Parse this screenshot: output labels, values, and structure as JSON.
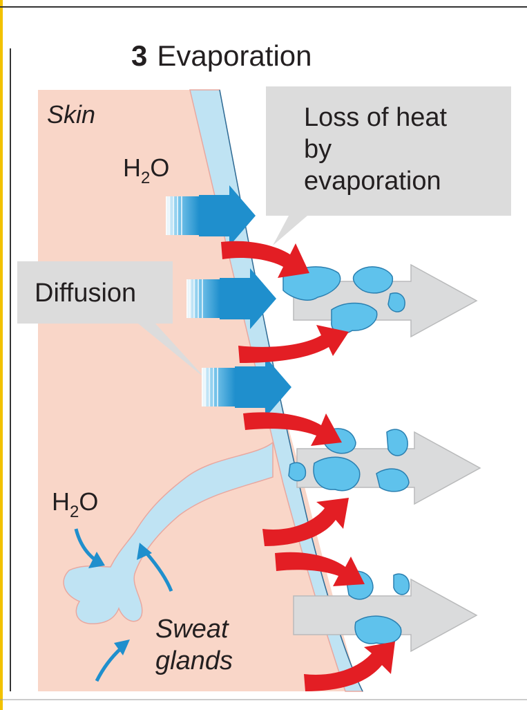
{
  "figure": {
    "number": "3",
    "title": "Evaporation"
  },
  "labels": {
    "skin": "Skin",
    "water_top": {
      "main": "H",
      "sub": "2",
      "tail": "O"
    },
    "water_bottom": {
      "main": "H",
      "sub": "2",
      "tail": "O"
    },
    "diffusion": "Diffusion",
    "heat_loss": [
      "Loss of heat",
      "by",
      "evaporation"
    ],
    "sweat_glands": [
      "Sweat",
      "glands"
    ]
  },
  "colors": {
    "skin": "#f9d6c8",
    "skin_outline": "#e8a8a0",
    "surface_film": "#bfe3f3",
    "droplet": "#5fc2ec",
    "water_arrow": "#1f8fcd",
    "heat_arrow": "#e31e24",
    "vapor_arrow": "#d8d9da",
    "callout_box": "#dcdcdc",
    "border_gold": "#f2c200"
  },
  "icons": {
    "water_diffusion_arrows": "diffusion-arrow-icon",
    "heat_arrows": "heat-arrow-icon",
    "vapor_arrows": "vapor-arrow-icon",
    "sweat_inflow_arrows": "sweat-inflow-arrow-icon"
  }
}
